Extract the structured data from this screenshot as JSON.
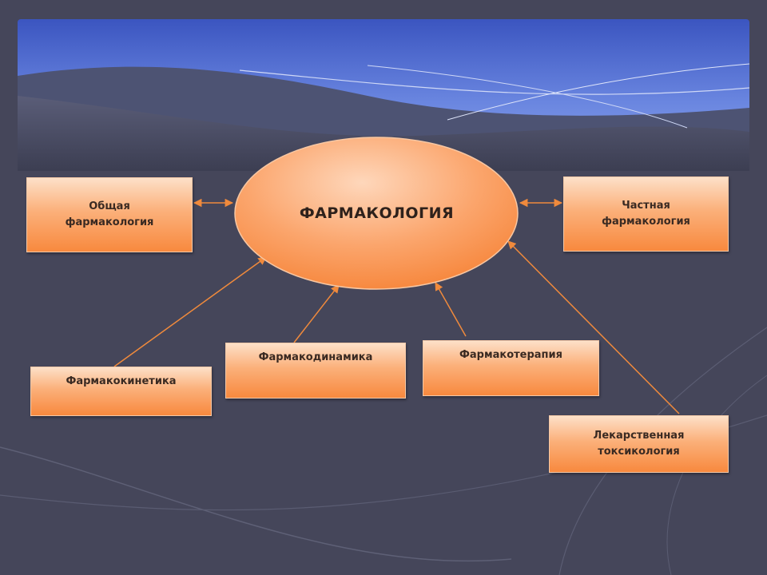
{
  "diagram": {
    "center": "ФАРМАКОЛОГИЯ",
    "nodes": [
      {
        "id": "general",
        "label": "Общая\nфармакология"
      },
      {
        "id": "special",
        "label": "Частная\nфармакология"
      },
      {
        "id": "kinetics",
        "label": "Фармакокинетика"
      },
      {
        "id": "dynamics",
        "label": "Фармакодинамика"
      },
      {
        "id": "therapy",
        "label": "Фармакотерапия"
      },
      {
        "id": "toxicology",
        "label": "Лекарственная\nтоксикология"
      }
    ],
    "edges": [
      {
        "from": "general",
        "to": "center",
        "arrows": "both"
      },
      {
        "from": "special",
        "to": "center",
        "arrows": "both"
      },
      {
        "from": "kinetics",
        "to": "center",
        "arrows": "end"
      },
      {
        "from": "dynamics",
        "to": "center",
        "arrows": "end"
      },
      {
        "from": "therapy",
        "to": "center",
        "arrows": "end"
      },
      {
        "from": "toxicology",
        "to": "center",
        "arrows": "end"
      }
    ]
  },
  "colors": {
    "background": "#45465a",
    "sky": "#4a63c4",
    "node_fill": "#f9a066",
    "edge": "#f08a3c"
  }
}
